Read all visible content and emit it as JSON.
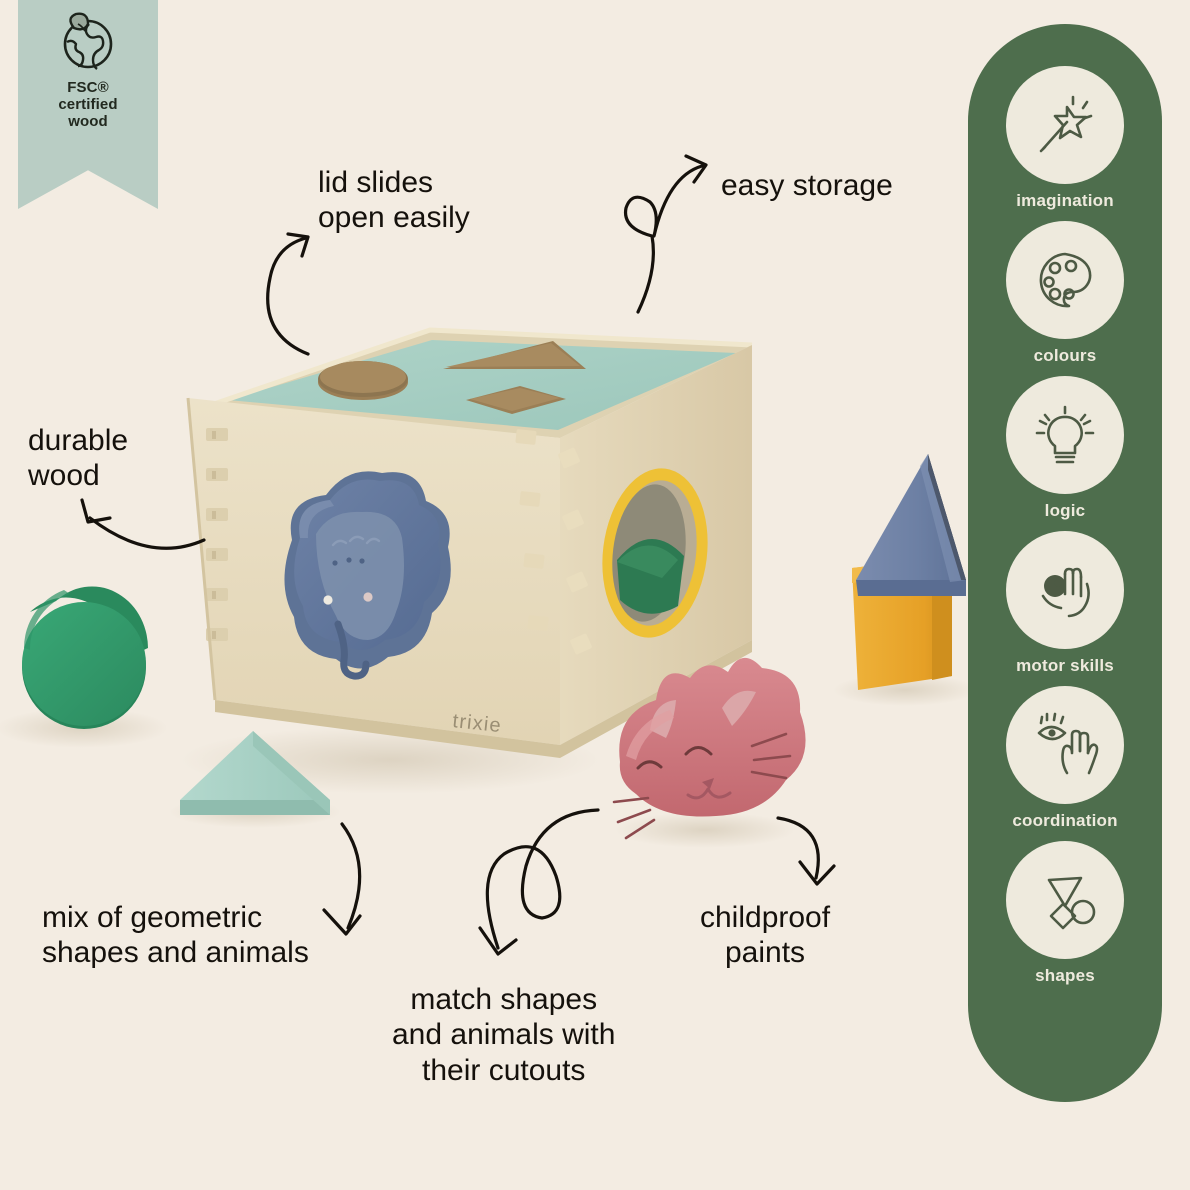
{
  "background_color": "#f3ece2",
  "brand": {
    "logo_text": "trixie"
  },
  "badge": {
    "name": "fsc-badge",
    "icon": "globe-leaf-icon",
    "line1": "FSC®",
    "line2": "certified",
    "line3": "wood",
    "ribbon_color": "#b9cdc4"
  },
  "annotations": [
    {
      "id": "lid",
      "name": "annotation-lid-slides",
      "text": "lid slides\nopen easily",
      "arrow": "curved-arrow-up-right"
    },
    {
      "id": "storage",
      "name": "annotation-easy-storage",
      "text": "easy storage",
      "arrow": "loop-arrow-up-right"
    },
    {
      "id": "durable",
      "name": "annotation-durable-wood",
      "text": "durable\nwood",
      "arrow": "curved-arrow-up-left"
    },
    {
      "id": "mix",
      "name": "annotation-mix-shapes",
      "text": "mix of geometric\nshapes and animals",
      "arrow": "curved-arrow-down-left"
    },
    {
      "id": "match",
      "name": "annotation-match-shapes",
      "text": "match shapes\nand animals with\ntheir cutouts",
      "arrow": "loop-arrow-down-left"
    },
    {
      "id": "child",
      "name": "annotation-childproof",
      "text": "childproof\npaints",
      "arrow": "curved-arrow-down"
    }
  ],
  "benefits_panel": {
    "name": "benefits-panel",
    "background_color": "#4e6e4d",
    "disc_color": "#eeeadd",
    "items": [
      {
        "label": "imagination",
        "icon": "magic-wand-icon"
      },
      {
        "label": "colours",
        "icon": "paint-palette-icon"
      },
      {
        "label": "logic",
        "icon": "lightbulb-icon"
      },
      {
        "label": "motor skills",
        "icon": "hand-holding-ball-icon"
      },
      {
        "label": "coordination",
        "icon": "eye-and-hand-icon"
      },
      {
        "label": "shapes",
        "icon": "geometric-shapes-icon"
      }
    ]
  },
  "product": {
    "name": "wooden-shape-sorter-box",
    "body_color": "#e8dcc0",
    "lid_color": "#a8cec4",
    "lid_cutouts": [
      "circle",
      "triangle",
      "diamond"
    ],
    "side_hole_color": "#e8b63a",
    "pieces": [
      {
        "name": "elephant-piece",
        "shape": "elephant-head",
        "color": "#64799e",
        "position": "front-face-inserted"
      },
      {
        "name": "cat-piece",
        "shape": "cat-head",
        "color": "#c9737b",
        "position": "lower-right"
      },
      {
        "name": "cylinder-piece",
        "shape": "cylinder",
        "color": "#2f9d6b",
        "position": "left"
      },
      {
        "name": "triangle-piece",
        "shape": "triangular-prism",
        "color": "#a6cec3",
        "position": "lower-left"
      },
      {
        "name": "roof-piece",
        "shape": "triangular-prism",
        "color": "#6b7fa6",
        "position": "right-stack-top"
      },
      {
        "name": "cube-piece",
        "shape": "cube",
        "color": "#e8a72c",
        "position": "right-stack-bottom"
      },
      {
        "name": "green-piece",
        "shape": "wedge",
        "color": "#2d7a52",
        "position": "inside-side-hole"
      }
    ]
  }
}
